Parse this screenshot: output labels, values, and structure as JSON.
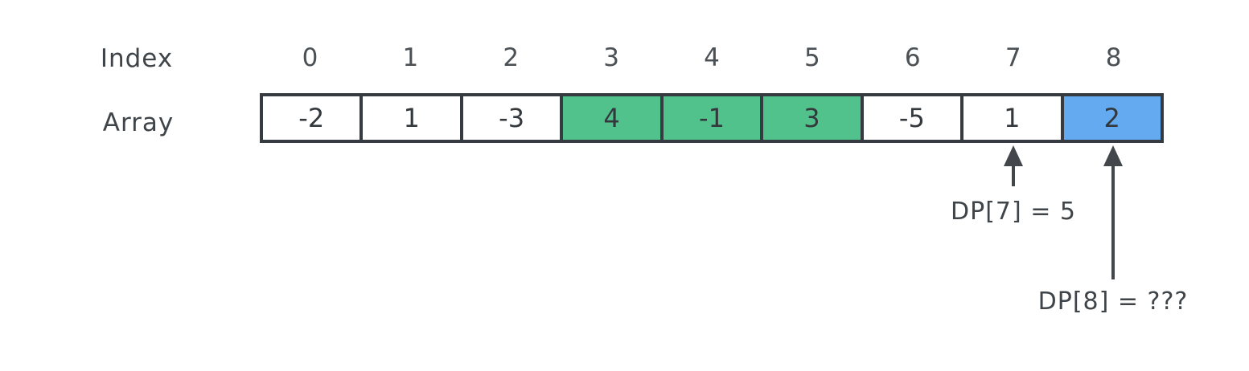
{
  "labels": {
    "index_row": "Index",
    "array_row": "Array"
  },
  "array": {
    "indices": [
      "0",
      "1",
      "2",
      "3",
      "4",
      "5",
      "6",
      "7",
      "8"
    ],
    "cells": [
      {
        "value": "-2",
        "highlight": "none"
      },
      {
        "value": "1",
        "highlight": "none"
      },
      {
        "value": "-3",
        "highlight": "none"
      },
      {
        "value": "4",
        "highlight": "green"
      },
      {
        "value": "-1",
        "highlight": "green"
      },
      {
        "value": "3",
        "highlight": "green"
      },
      {
        "value": "-5",
        "highlight": "none"
      },
      {
        "value": "1",
        "highlight": "none"
      },
      {
        "value": "2",
        "highlight": "blue"
      }
    ]
  },
  "annotations": [
    {
      "label": "DP[7] = 5",
      "target_index": "7",
      "arrow": "up-arrow"
    },
    {
      "label": "DP[8] = ???",
      "target_index": "8",
      "arrow": "up-arrow"
    }
  ],
  "colors": {
    "background": "#ffffff",
    "cellBorder": "#363b41",
    "text": "#33383d",
    "labelText": "#3f4449",
    "mutedText": "#4b5055",
    "green": "#52c28c",
    "blue": "#64aaf0",
    "arrow": "#43474b"
  }
}
